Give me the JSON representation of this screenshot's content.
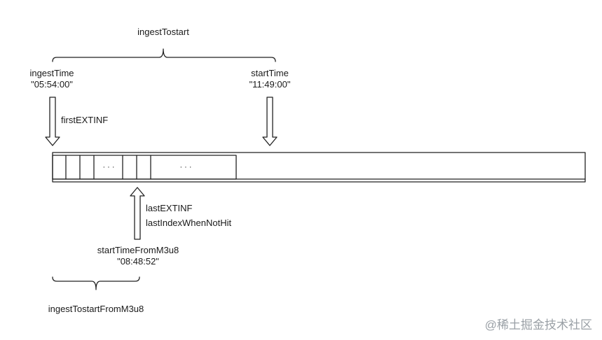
{
  "labels": {
    "ingest_to_start": "ingestTostart",
    "ingest_time": "ingestTime",
    "ingest_time_value": "\"05:54:00\"",
    "start_time": "startTime",
    "start_time_value": "\"11:49:00\"",
    "first_extinf": "firstEXTINF",
    "last_extinf": "lastEXTINF",
    "last_index_when_not_hit": "lastIndexWhenNotHit",
    "start_time_from_m3u8": "startTimeFromM3u8",
    "start_time_from_m3u8_value": "\"08:48:52\"",
    "ingest_to_start_from_m3u8": "ingestTostartFromM3u8"
  },
  "segments": {
    "ellipsis_1": "· · ·",
    "ellipsis_2": "· · ·"
  },
  "watermark": "@稀土掘金技术社区",
  "colors": {
    "stroke": "#222222",
    "text": "#1a1a1a",
    "watermark": "#9aa0a6"
  }
}
